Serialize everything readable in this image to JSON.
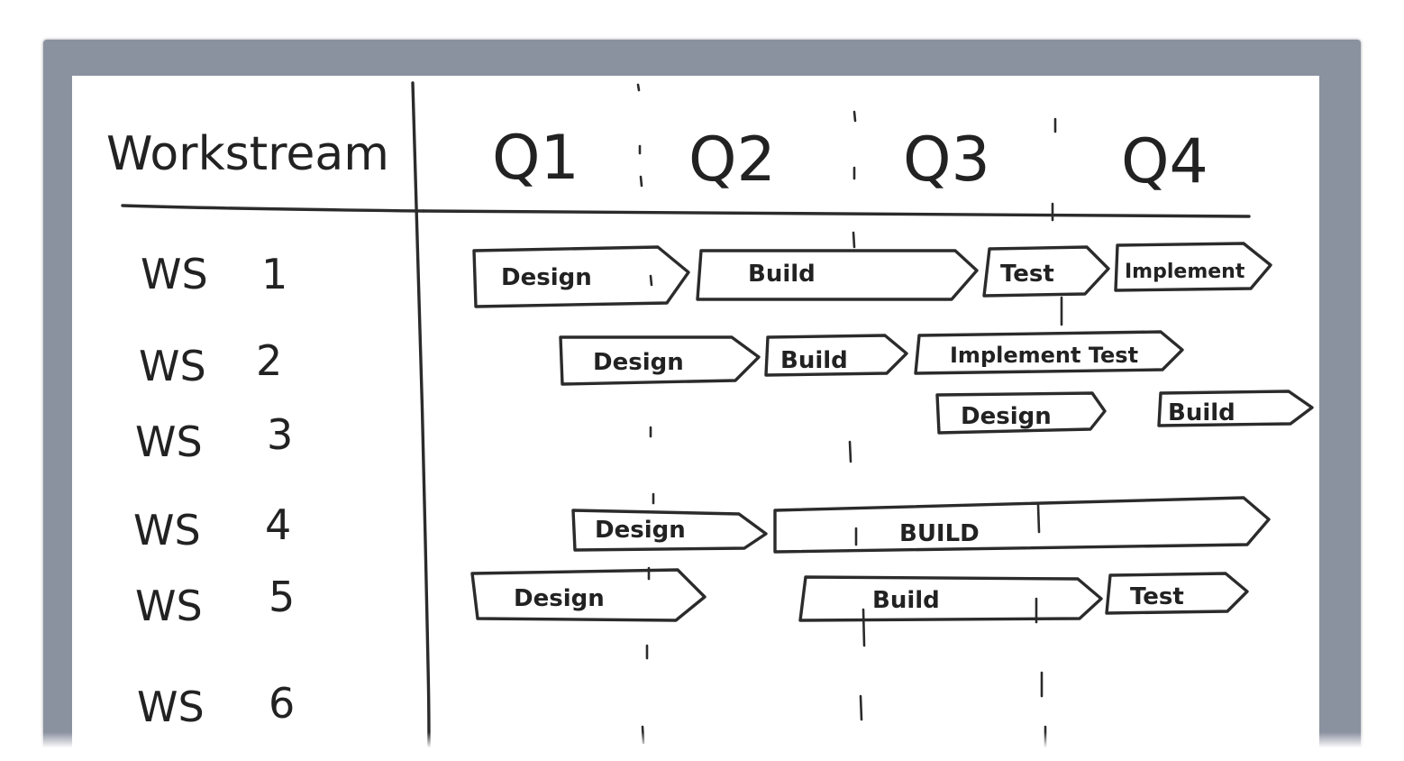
{
  "header": {
    "workstream_label": "Workstream",
    "quarters": [
      "Q1",
      "Q2",
      "Q3",
      "Q4"
    ]
  },
  "workstreams": [
    {
      "name": "WS",
      "number": "1"
    },
    {
      "name": "WS",
      "number": "2"
    },
    {
      "name": "WS",
      "number": "3"
    },
    {
      "name": "WS",
      "number": "4"
    },
    {
      "name": "WS",
      "number": "5"
    },
    {
      "name": "WS",
      "number": "6"
    }
  ],
  "tasks": [
    {
      "workstream": "1",
      "label": "Design"
    },
    {
      "workstream": "1",
      "label": "Build"
    },
    {
      "workstream": "1",
      "label": "Test"
    },
    {
      "workstream": "1",
      "label": "Implement"
    },
    {
      "workstream": "2",
      "label": "Design"
    },
    {
      "workstream": "2",
      "label": "Build"
    },
    {
      "workstream": "2",
      "label": "Implement Test"
    },
    {
      "workstream": "3",
      "label": "Design"
    },
    {
      "workstream": "3",
      "label": "Build"
    },
    {
      "workstream": "4",
      "label": "Design"
    },
    {
      "workstream": "4",
      "label": "BUILD"
    },
    {
      "workstream": "5",
      "label": "Design"
    },
    {
      "workstream": "5",
      "label": "Build"
    },
    {
      "workstream": "5",
      "label": "Test"
    }
  ],
  "colors": {
    "frame": "#8a919f",
    "ink": "#2b2b2b",
    "board": "#ffffff"
  }
}
